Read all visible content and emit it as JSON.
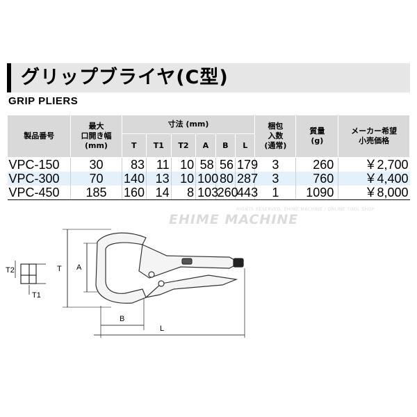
{
  "title": "グリップブライヤ(C型)",
  "subtitle": "GRIP PLIERS",
  "table": {
    "headers": {
      "model": "製品番号",
      "max_opening_line1": "最大",
      "max_opening_line2": "口開き幅",
      "max_opening_line3": "(mm)",
      "dimensions": "寸法 (mm)",
      "packing_line1": "梱包",
      "packing_line2": "入数",
      "packing_line3": "(通常)",
      "weight_line1": "質量",
      "weight_line2": "(g)",
      "price_line1": "メーカー希望",
      "price_line2": "小売価格",
      "dim_cols": [
        "T",
        "T1",
        "T2",
        "A",
        "B",
        "L"
      ]
    },
    "rows": [
      {
        "model": "VPC-150",
        "max_opening": "30",
        "T": "83",
        "T1": "11",
        "T2": "10",
        "A": "58",
        "B": "56",
        "L": "179",
        "packing": "3",
        "weight": "260",
        "price": "￥2,700"
      },
      {
        "model": "VPC-300",
        "max_opening": "70",
        "T": "140",
        "T1": "13",
        "T2": "10",
        "A": "100",
        "B": "80",
        "L": "287",
        "packing": "3",
        "weight": "760",
        "price": "￥4,400"
      },
      {
        "model": "VPC-450",
        "max_opening": "185",
        "T": "160",
        "T1": "14",
        "T2": "8",
        "A": "103",
        "B": "260",
        "L": "443",
        "packing": "1",
        "weight": "1090",
        "price": "￥8,000"
      }
    ]
  },
  "watermark": {
    "small": "RIGHTS RESERVED. EHIME MACHINE / ONLINE TOOL SHOP",
    "big": "EHIME MACHINE"
  },
  "diagram": {
    "labels": {
      "T": "T",
      "A": "A",
      "B": "B",
      "L": "L",
      "T1": "T1",
      "T2": "T2"
    }
  }
}
